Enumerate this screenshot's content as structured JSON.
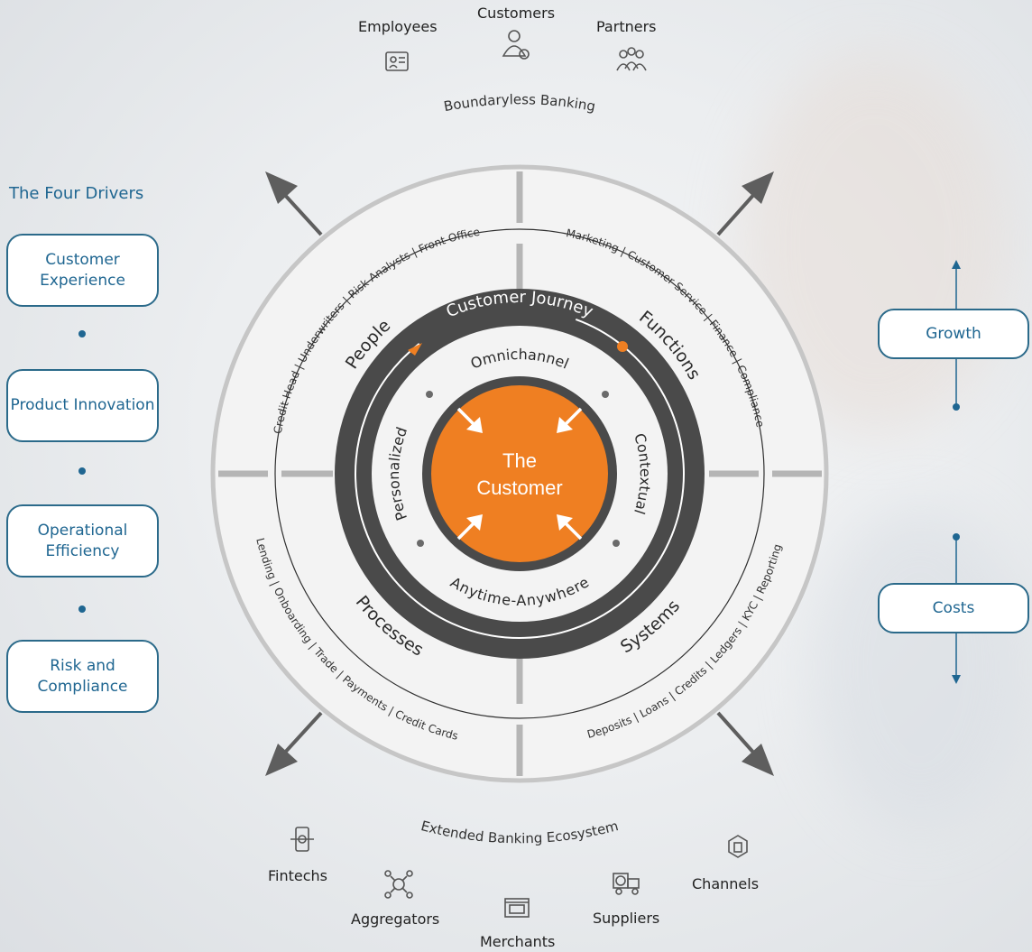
{
  "stakeholders": {
    "employees": "Employees",
    "customers": "Customers",
    "partners": "Partners",
    "caption": "Boundaryless Banking"
  },
  "four_drivers": {
    "title": "The Four Drivers",
    "items": [
      "Customer Experience",
      "Product Innovation",
      "Operational Efficiency",
      "Risk and Compliance"
    ]
  },
  "outcomes": {
    "growth": "Growth",
    "costs": "Costs"
  },
  "quadrants": {
    "people": {
      "label": "People",
      "items": "Credit Head | Underwriters | Risk Analysts | Front Office"
    },
    "functions": {
      "label": "Functions",
      "items": "Marketing | Customer Service | Finance | Compliance"
    },
    "processes": {
      "label": "Processes",
      "items": "Lending | Onboarding | Trade | Payments | Credit Cards"
    },
    "systems": {
      "label": "Systems",
      "items": "Deposits | Loans | Credits | Ledgers | KYC | Reporting"
    }
  },
  "journey": {
    "label": "Customer Journey",
    "omnichannel": "Omnichannel",
    "personalized": "Personalized",
    "contextual": "Contextual",
    "anytime": "Anytime-Anywhere"
  },
  "center": {
    "line1": "The",
    "line2": "Customer"
  },
  "ecosystem": {
    "caption": "Extended Banking Ecosystem",
    "fintechs": "Fintechs",
    "aggregators": "Aggregators",
    "merchants": "Merchants",
    "suppliers": "Suppliers",
    "channels": "Channels"
  },
  "colors": {
    "accent": "#ef7f22",
    "ring": "#4a4a4a",
    "brand": "#1f6691",
    "divider": "#b5b5b5"
  }
}
